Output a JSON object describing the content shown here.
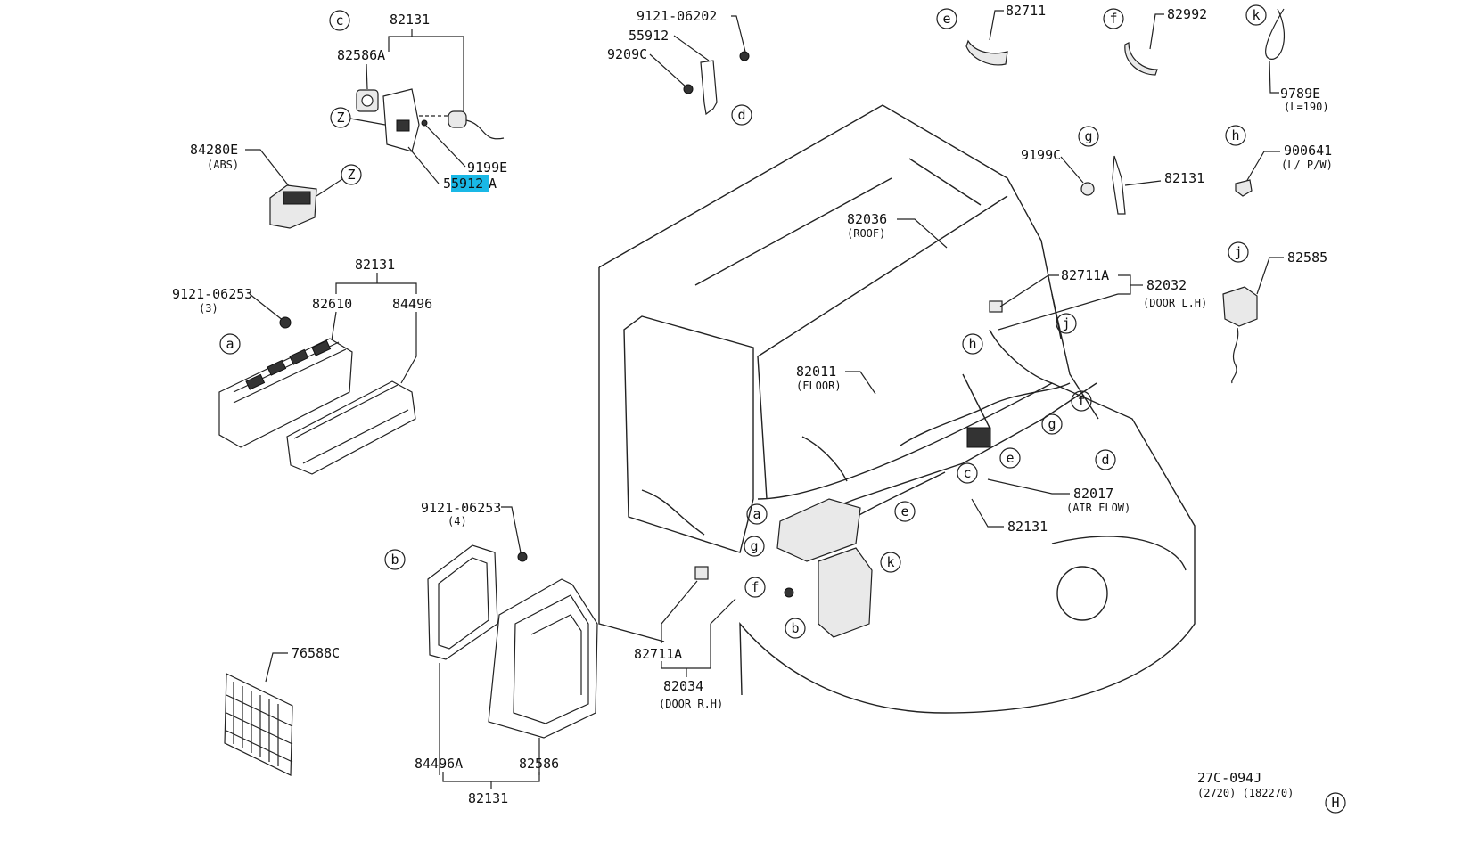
{
  "diagram": {
    "labels": {
      "p82131_c": "82131",
      "p82586A": "82586A",
      "p84280E": "84280E",
      "p84280E_sub": "(ABS)",
      "p9199E": "9199E",
      "p55912A_hl": "5912",
      "p55912A_pre": "5",
      "p55912A_post": "A",
      "p9121_06202": "9121-06202",
      "p55912": "55912",
      "p9209C": "9209C",
      "p82711": "82711",
      "p82992": "82992",
      "p9789E": "9789E",
      "p9789E_sub": "(L=190)",
      "p9199C": "9199C",
      "p82131_g": "82131",
      "p900641": "900641",
      "p900641_sub": "(L/ P/W)",
      "p82585": "82585",
      "p82131_a": "82131",
      "p9121_06253_a": "9121-06253",
      "p9121_06253_a_sub": "(3)",
      "p82610": "82610",
      "p84496": "84496",
      "p82036": "82036",
      "p82036_sub": "(ROOF)",
      "p82711A_top": "82711A",
      "p82032": "82032",
      "p82032_sub": "(DOOR L.H)",
      "p82011": "82011",
      "p82011_sub": "(FLOOR)",
      "p82017": "82017",
      "p82017_sub": "(AIR FLOW)",
      "p82131_main": "82131",
      "p9121_06253_b": "9121-06253",
      "p9121_06253_b_sub": "(4)",
      "p82711A_bot": "82711A",
      "p82034": "82034",
      "p82034_sub": "(DOOR R.H)",
      "p76588C": "76588C",
      "p84496A": "84496A",
      "p82586": "82586",
      "p82131_b": "82131",
      "ref_code": "27C-094J",
      "ref_sub": "(2720) (182270)"
    },
    "callouts": {
      "c": "c",
      "z": "Z",
      "d": "d",
      "e": "e",
      "f": "f",
      "k": "k",
      "g": "g",
      "h": "h",
      "j": "j",
      "a": "a",
      "b": "b",
      "H": "H"
    }
  }
}
